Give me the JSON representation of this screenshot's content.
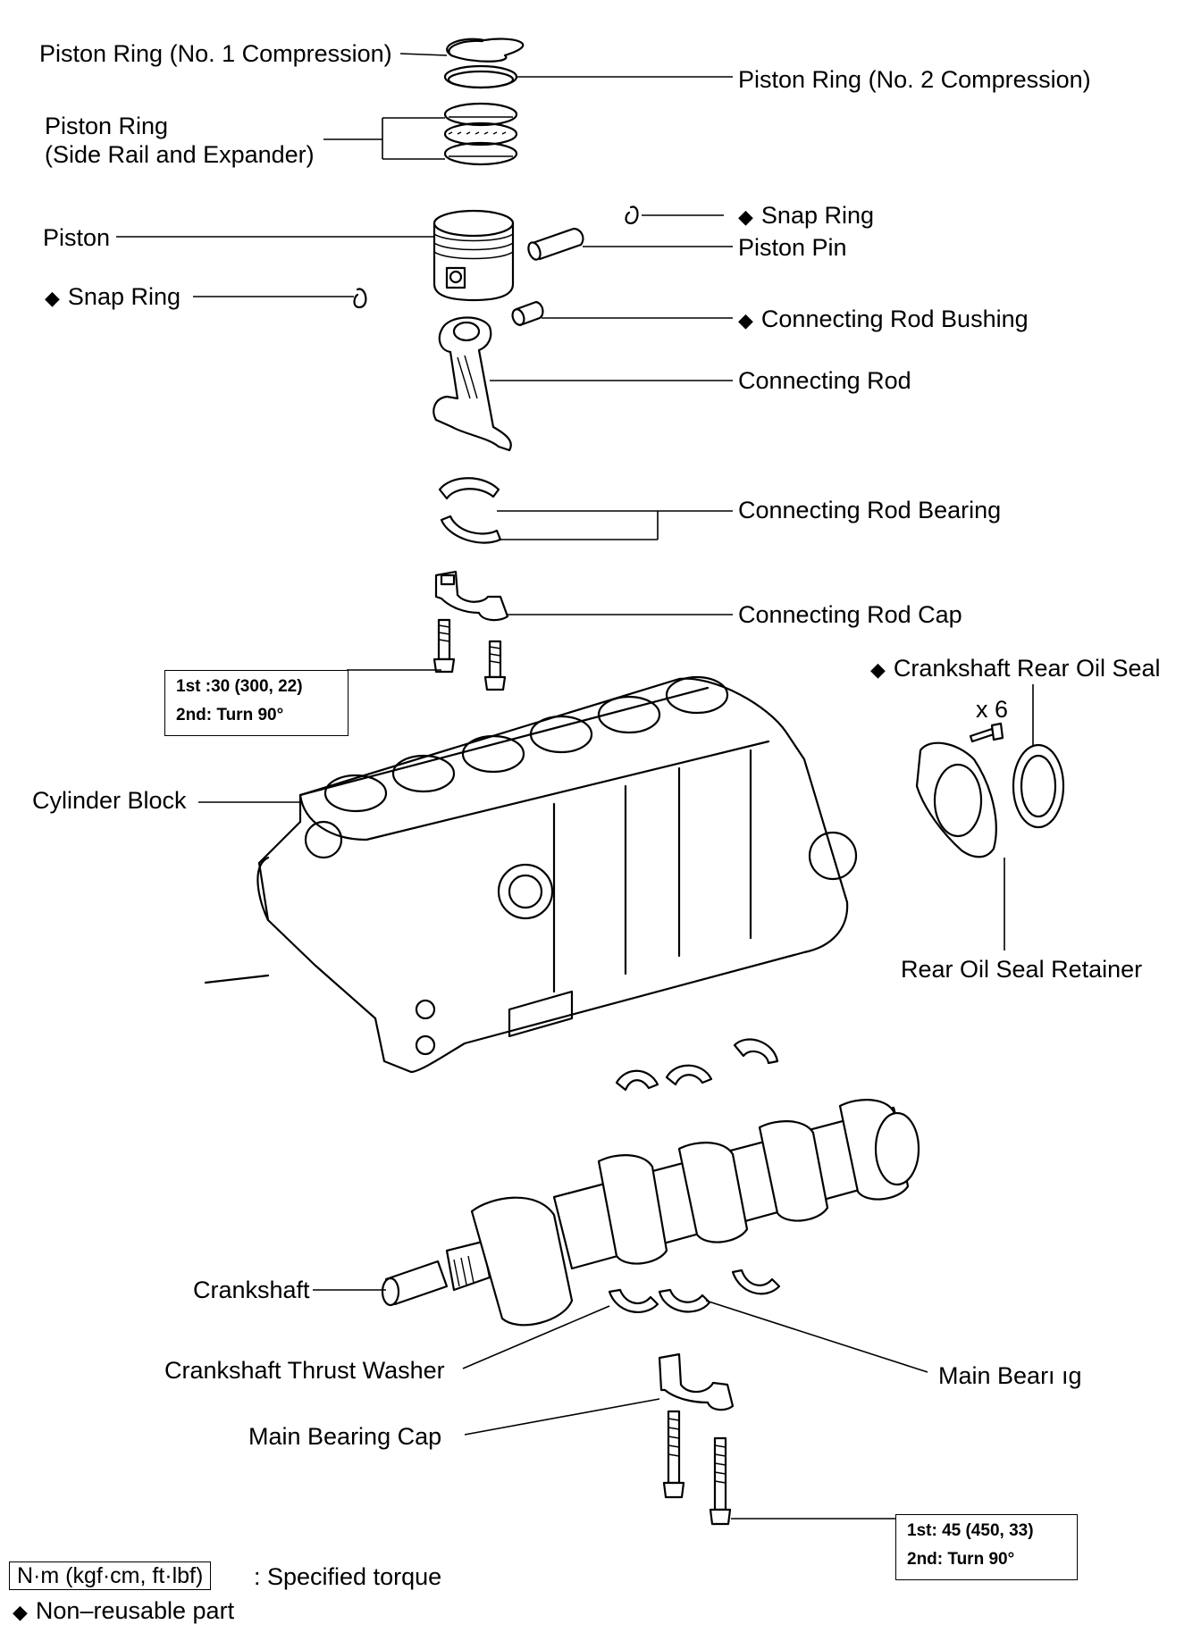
{
  "diagram": {
    "labels": {
      "ring1": "Piston Ring (No. 1 Compression)",
      "ring2": "Piston Ring (No. 2 Compression)",
      "oil_ring_line1": "Piston Ring",
      "oil_ring_line2": "(Side Rail and Expander)",
      "piston": "Piston",
      "snap_ring_right": "Snap Ring",
      "piston_pin": "Piston Pin",
      "snap_ring_left": "Snap Ring",
      "rod_bushing": "Connecting Rod Bushing",
      "connecting_rod": "Connecting Rod",
      "rod_bearing": "Connecting Rod Bearing",
      "rod_cap": "Connecting Rod Cap",
      "rear_oil_seal": "Crankshaft Rear Oil Seal",
      "bolt_count": "x 6",
      "cylinder_block": "Cylinder Block",
      "seal_retainer": "Rear Oil Seal Retainer",
      "crankshaft": "Crankshaft",
      "thrust_washer": "Crankshaft Thrust Washer",
      "main_bearing": "Main Bearı ıg",
      "main_bearing_cap": "Main Bearing Cap"
    },
    "non_reusable_marker": "◆",
    "torque_rod_cap": {
      "first": "1st :30 (300, 22)",
      "second": "2nd: Turn 90°"
    },
    "torque_main_cap": {
      "first": "1st: 45 (450, 33)",
      "second": "2nd: Turn 90°"
    }
  },
  "legend": {
    "torque_units": "N·m (kgf·cm, ft·lbf)",
    "torque_desc": ": Specified torque",
    "non_reusable": "Non–reusable part"
  }
}
